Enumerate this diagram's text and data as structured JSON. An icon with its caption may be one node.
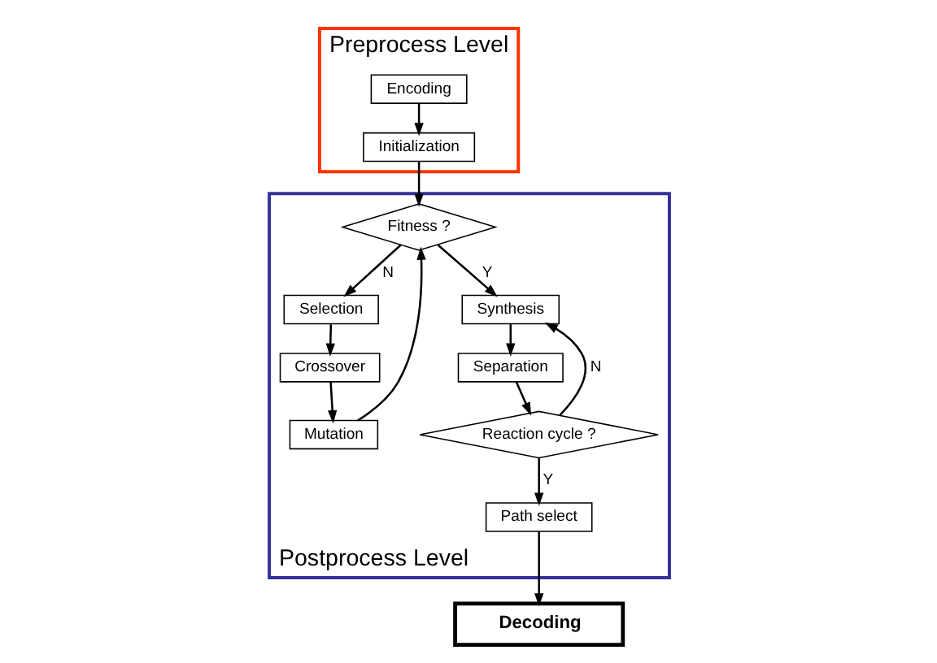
{
  "diagram": {
    "nodes": [
      {
        "text": [
          "Preprocess Level"
        ]
      },
      {
        "text": [
          "Encoding"
        ],
        "in": 0
      },
      {
        "text": [
          "Initialization"
        ],
        "in": 0
      },
      {
        "text": [
          "Postprocess Level"
        ]
      },
      {
        "text": [
          "Fitness ?"
        ],
        "in": 3
      },
      {
        "text": [
          "Selection"
        ],
        "in": 3
      },
      {
        "text": [
          "Crossover"
        ],
        "in": 3
      },
      {
        "text": [
          "Mutation"
        ],
        "in": 3
      },
      {
        "text": [
          "Synthesis"
        ],
        "in": 3
      },
      {
        "text": [
          "Separation"
        ],
        "in": 3
      },
      {
        "text": [
          "Reaction cycle ?"
        ],
        "in": 3
      },
      {
        "text": [
          "Path select"
        ],
        "in": 3
      },
      {
        "text": [
          "Decoding"
        ]
      }
    ],
    "edges": [
      {
        "from": 1,
        "to": 2,
        "arrow": "to"
      },
      {
        "from": 2,
        "to": 4,
        "arrow": "to"
      },
      {
        "from": 4,
        "to": 5,
        "arrow": "to",
        "label": "N"
      },
      {
        "from": 4,
        "to": 8,
        "arrow": "to",
        "label": "Y"
      },
      {
        "from": 5,
        "to": 6,
        "arrow": "to"
      },
      {
        "from": 6,
        "to": 7,
        "arrow": "to"
      },
      {
        "from": 7,
        "to": 4,
        "arrow": "to"
      },
      {
        "from": 8,
        "to": 9,
        "arrow": "to"
      },
      {
        "from": 9,
        "to": 10,
        "arrow": "to"
      },
      {
        "from": 10,
        "to": 8,
        "arrow": "to",
        "label": "N"
      },
      {
        "from": 10,
        "to": 11,
        "arrow": "to",
        "label": "Y"
      },
      {
        "from": 11,
        "to": 12,
        "arrow": "to"
      }
    ]
  }
}
